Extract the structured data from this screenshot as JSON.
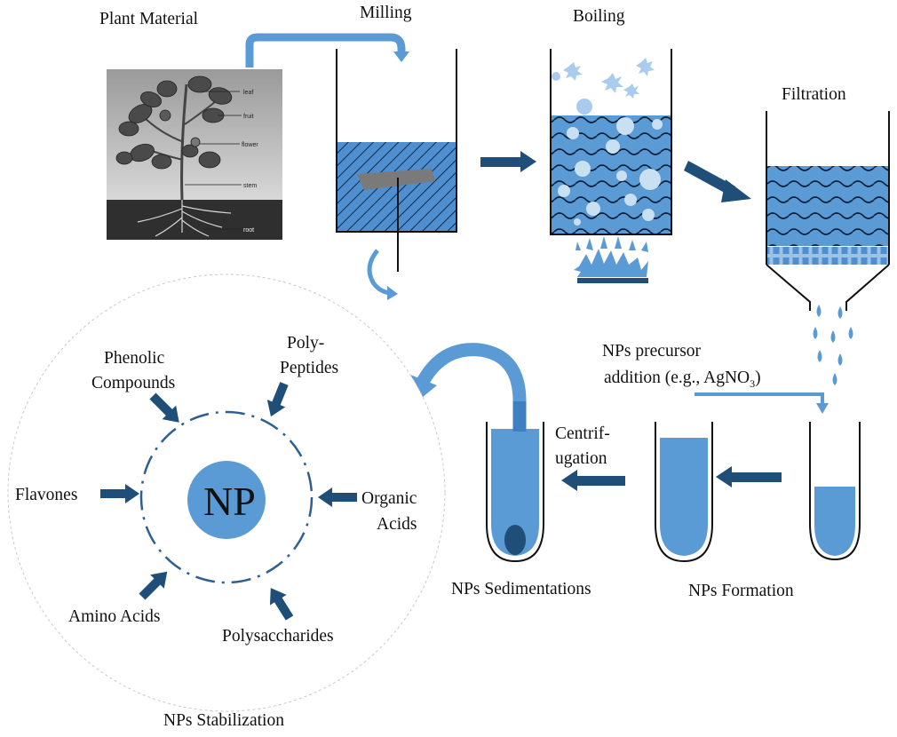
{
  "colors": {
    "dark_arrow": "#1f4e79",
    "light_blue": "#5b9bd5",
    "pale_blue": "#c9dff2",
    "mid_blue": "#3d7fc1",
    "vessel": "#111111",
    "dash_circle": "#2e5f8f",
    "plant_bg": "#bdbdbd",
    "soil": "#3a3a3a"
  },
  "steps": {
    "plant_material": "Plant Material",
    "milling": "Milling",
    "boiling": "Boiling",
    "filtration": "Filtration",
    "precursor_line1": "NPs precursor",
    "precursor_line2_pre": "addition (e.g., AgNO",
    "precursor_sub": "3",
    "precursor_line2_post": ")",
    "centrifugation_line1": "Centrif-",
    "centrifugation_line2": "ugation",
    "np_formation": "NPs Formation",
    "np_sedimentations": "NPs Sedimentations",
    "np_stabilization": "NPs Stabilization"
  },
  "plant_labels": {
    "leaf": "leaf",
    "fruit": "fruit",
    "flower": "flower",
    "stem": "stem",
    "root": "root"
  },
  "stabilization": {
    "core": "NP",
    "phenolic_line1": "Phenolic",
    "phenolic_line2": "Compounds",
    "poly_line1": "Poly-",
    "poly_line2": "Peptides",
    "flavones": "Flavones",
    "organic_line1": "Organic",
    "organic_line2": "Acids",
    "amino_acids": "Amino Acids",
    "polysaccharides": "Polysaccharides"
  }
}
